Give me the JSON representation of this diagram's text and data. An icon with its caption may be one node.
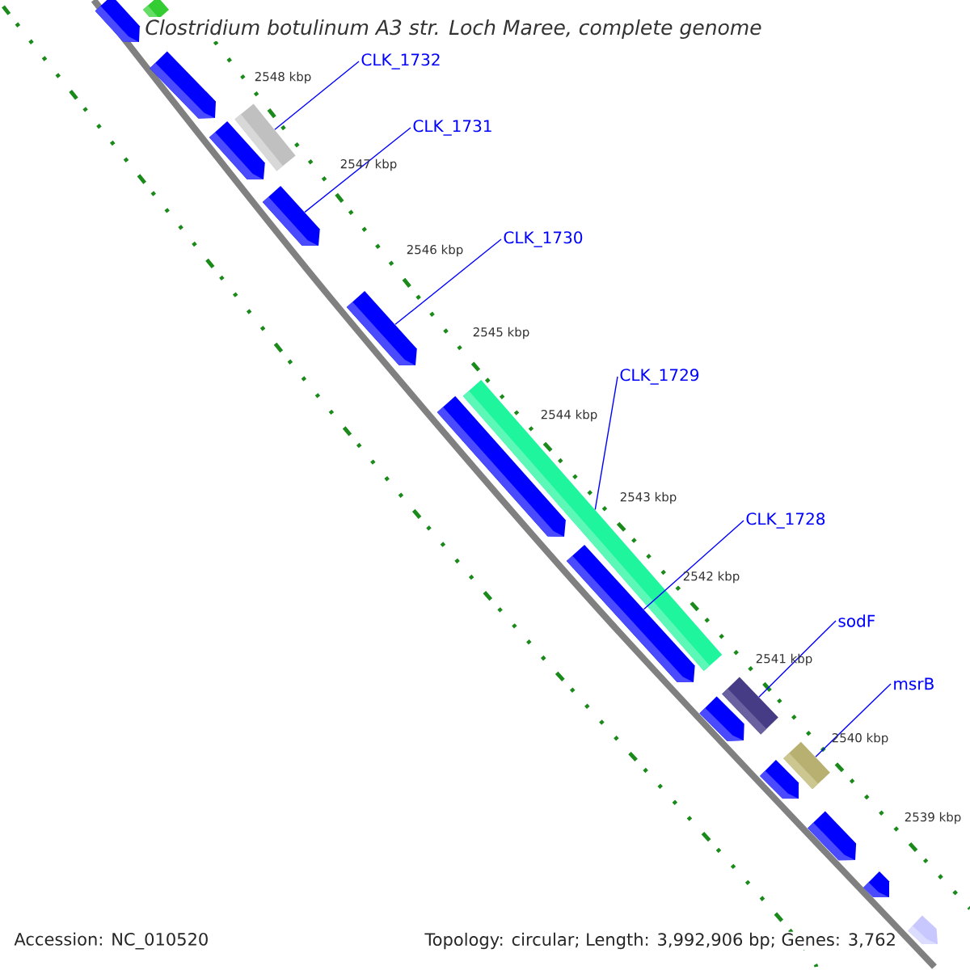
{
  "diagram": {
    "title": "Clostridium botulinum A3 str. Loch Maree, complete genome",
    "nodes": [
      {
        "text": [
          "CLK_1732"
        ]
      },
      {
        "text": [
          "CLK_1731"
        ]
      },
      {
        "text": [
          "CLK_1730"
        ]
      },
      {
        "text": [
          "CLK_1729"
        ]
      },
      {
        "text": [
          "CLK_1728"
        ]
      },
      {
        "text": [
          "sodF"
        ]
      },
      {
        "text": [
          "msrB"
        ]
      },
      {
        "text": [],
        "shape": "bar"
      },
      {
        "text": [],
        "shape": "bar"
      },
      {
        "text": [],
        "shape": "bar"
      },
      {
        "text": [],
        "shape": "bar"
      },
      {
        "text": [],
        "shape": "bar"
      },
      {
        "text": [],
        "shape": "bar"
      },
      {
        "text": [],
        "shape": "bar"
      },
      {
        "text": [],
        "shape": "bar"
      },
      {
        "text": [],
        "shape": "bar"
      },
      {
        "text": [],
        "shape": "bar"
      },
      {
        "text": [],
        "shape": "bar"
      },
      {
        "text": [],
        "shape": "bar"
      },
      {
        "text": [],
        "shape": "bar"
      },
      {
        "text": [],
        "shape": "bar"
      },
      {
        "text": [],
        "shape": "bar"
      },
      {
        "text": [],
        "shape": "bar"
      },
      {
        "text": [],
        "shape": "bar"
      }
    ],
    "edges": [
      {
        "from": 0,
        "to": 10,
        "arrow": "none"
      },
      {
        "from": 1,
        "to": 12,
        "arrow": "none"
      },
      {
        "from": 2,
        "to": 13,
        "arrow": "none"
      },
      {
        "from": 3,
        "to": 15,
        "arrow": "none"
      },
      {
        "from": 4,
        "to": 16,
        "arrow": "none"
      },
      {
        "from": 5,
        "to": 17,
        "arrow": "none"
      },
      {
        "from": 6,
        "to": 19,
        "arrow": "none"
      }
    ],
    "labels": [
      "2548 kbp",
      "2547 kbp",
      "2546 kbp",
      "2545 kbp",
      "2544 kbp",
      "2543 kbp",
      "2542 kbp",
      "2541 kbp",
      "2540 kbp",
      "2539 kbp",
      "Accession: NC_010520",
      "Topology: circular; Length: 3,992,906 bp; Genes: 3,762"
    ]
  }
}
